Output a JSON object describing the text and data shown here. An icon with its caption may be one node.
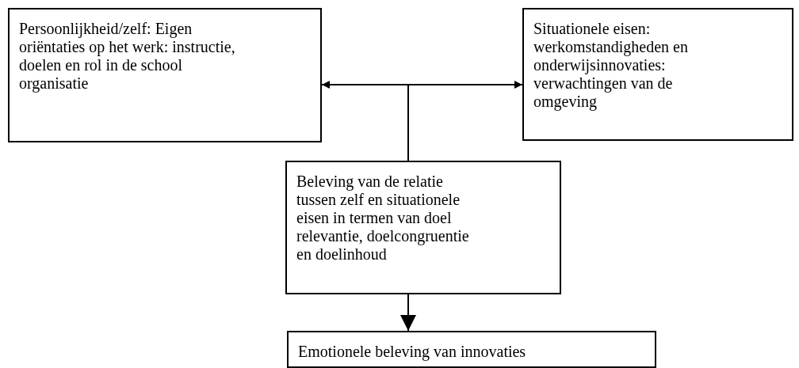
{
  "diagram": {
    "nodes": [
      {
        "text": [
          "Persoonlijkheid/zelf: Eigen oriëntaties op het werk: instructie, doelen en rol in de school organisatie"
        ]
      },
      {
        "text": [
          "Situationele eisen: werkomstandigheden en onderwijsinnovaties: verwachtingen van de omgeving"
        ]
      },
      {
        "text": [
          "Beleving van de relatie tussen zelf en situationele eisen in termen van doel relevantie, doelcongruentie en doelinhoud"
        ]
      },
      {
        "text": [
          "Emotionele beleving van innovaties"
        ]
      }
    ],
    "edges": [
      {
        "from": 2,
        "to": 0,
        "arrow": "to"
      },
      {
        "from": 2,
        "to": 1,
        "arrow": "to"
      },
      {
        "from": 2,
        "to": 3,
        "arrow": "to"
      }
    ]
  }
}
